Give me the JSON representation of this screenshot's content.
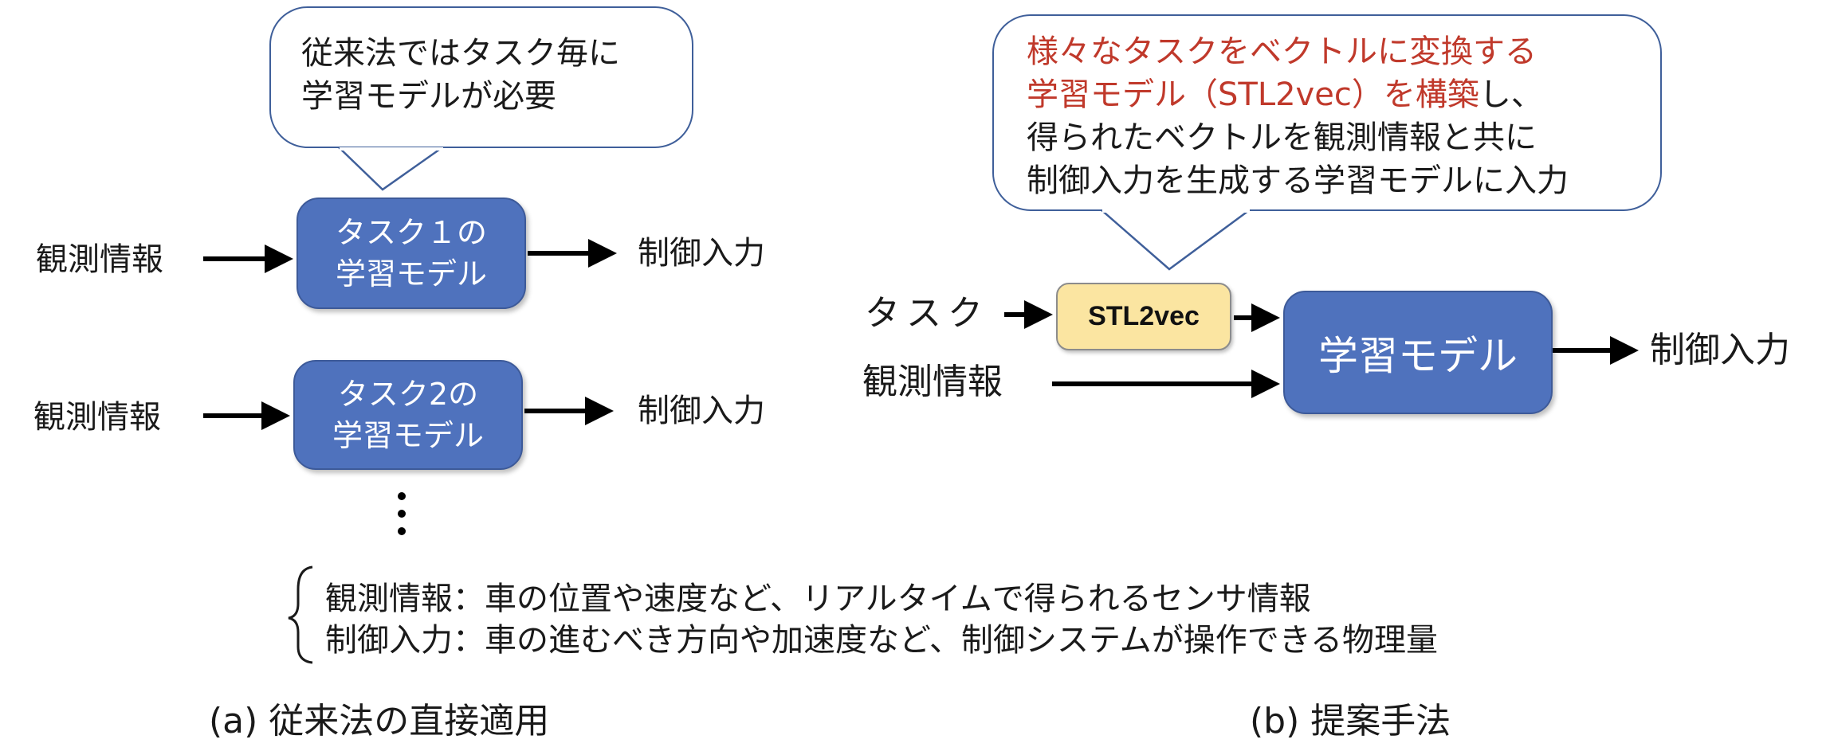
{
  "panel_a": {
    "callout": {
      "lines": [
        "従来法ではタスク毎に",
        "学習モデルが必要"
      ]
    },
    "rows": [
      {
        "input_label": "観測情報",
        "model_lines": [
          "タスク１の",
          "学習モデル"
        ],
        "output_label": "制御入力"
      },
      {
        "input_label": "観測情報",
        "model_lines": [
          "タスク2の",
          "学習モデル"
        ],
        "output_label": "制御入力"
      }
    ],
    "ellipsis": "⋮",
    "caption": "(a) 従来法の直接適用"
  },
  "panel_b": {
    "callout": {
      "line1_red": "様々なタスクをベクトルに変換する",
      "line2_red": "学習モデル（STL2vec）を構築",
      "line2_black": "し、",
      "line3": "得られたベクトルを観測情報と共に",
      "line4": "制御入力を生成する学習モデルに入力"
    },
    "task_label": "タスク",
    "obs_label": "観測情報",
    "encoder_label": "STL2vec",
    "model_label": "学習モデル",
    "output_label": "制御入力",
    "caption": "(b) 提案手法"
  },
  "definitions": [
    "観測情報：車の位置や速度など、リアルタイムで得られるセンサ情報",
    "制御入力：車の進むべき方向や加速度など、制御システムが操作できる物理量"
  ],
  "colors": {
    "model_box": "#4f72bd",
    "encoder_box": "#fbe5a1",
    "callout_border": "#3f5f9a",
    "highlight_text": "#c0392b"
  }
}
